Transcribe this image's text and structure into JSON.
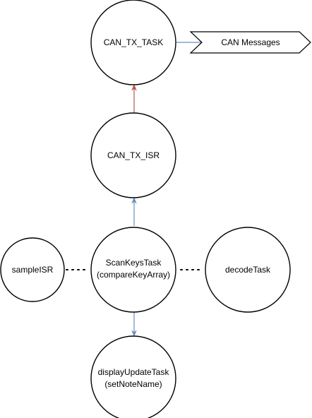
{
  "nodes": {
    "can_tx_task": {
      "label": "CAN_TX_TASK"
    },
    "can_tx_isr": {
      "label": "CAN_TX_ISR"
    },
    "scan_keys_task": {
      "line1": "ScanKeysTask",
      "line2": "(compareKeyArray)"
    },
    "sample_isr": {
      "label": "sampleISR"
    },
    "decode_task": {
      "label": "decodeTask"
    },
    "display_update_task": {
      "line1": "displayUpdateTask",
      "line2": "(setNoteName)"
    }
  },
  "output": {
    "label": "CAN Messages"
  },
  "colors": {
    "blue_edge": "#6c8ebf",
    "red_edge": "#b85450",
    "node_stroke": "#000000",
    "background": "#ffffff"
  }
}
